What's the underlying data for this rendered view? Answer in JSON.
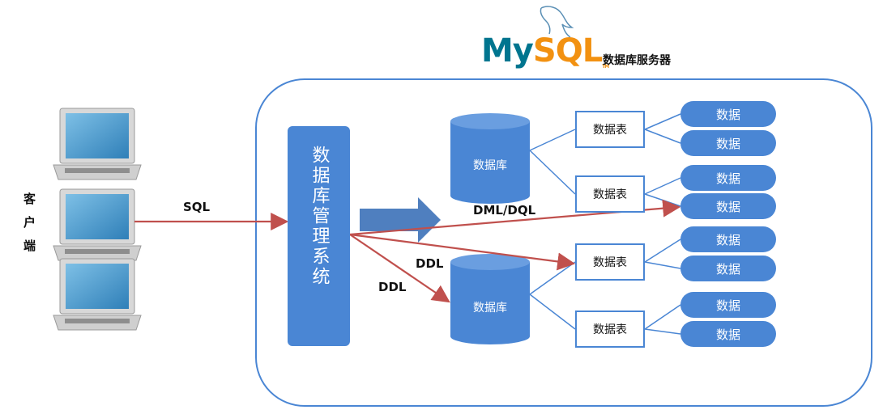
{
  "logo": {
    "my": "My",
    "sql": "SQL",
    "tm": "TM"
  },
  "server_label": "数据库服务器",
  "client_label": "客户端",
  "dbms_label": "数据库管理系统",
  "edge_labels": {
    "sql": "SQL",
    "dml_dql": "DML/DQL",
    "ddl_1": "DDL",
    "ddl_2": "DDL"
  },
  "databases": [
    {
      "label": "数据库",
      "tables": [
        {
          "label": "数据表",
          "rows": [
            "数据",
            "数据"
          ]
        },
        {
          "label": "数据表",
          "rows": [
            "数据",
            "数据"
          ]
        }
      ]
    },
    {
      "label": "数据库",
      "tables": [
        {
          "label": "数据表",
          "rows": [
            "数据",
            "数据"
          ]
        },
        {
          "label": "数据表",
          "rows": [
            "数据",
            "数据"
          ]
        }
      ]
    }
  ],
  "colors": {
    "box": "#4a86d4",
    "arrow": "#c0504d",
    "mysql_blue": "#00758f",
    "mysql_orange": "#f29111"
  }
}
